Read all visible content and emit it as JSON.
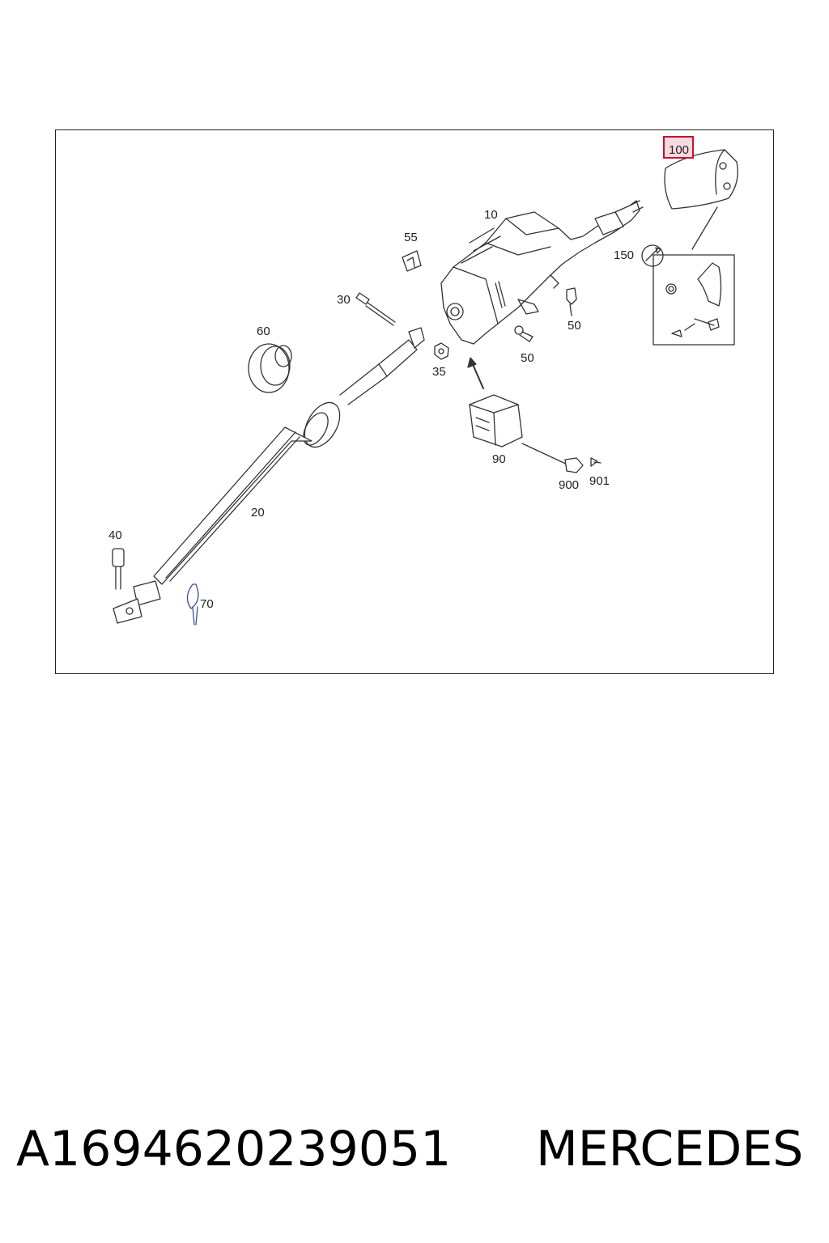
{
  "diagram": {
    "callouts": [
      "100",
      "10",
      "55",
      "150",
      "30",
      "60",
      "50",
      "35",
      "50",
      "90",
      "900",
      "901",
      "20",
      "40",
      "70"
    ],
    "highlighted_callout": "100",
    "highlight_color": "#c8102e"
  },
  "caption": {
    "part_number": "A1694620239051",
    "brand": "MERCEDES"
  }
}
